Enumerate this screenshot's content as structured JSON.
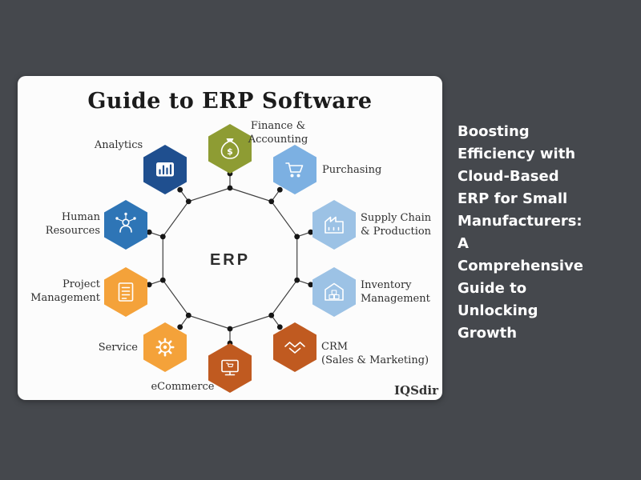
{
  "page": {
    "background": "#45484d"
  },
  "card": {
    "title": "Guide to ERP Software",
    "center_label": "ERP",
    "watermark": "IQSdir",
    "nodes": [
      {
        "label": "Finance &\nAccounting",
        "color": "#8e9c33",
        "icon": "money-bag-icon"
      },
      {
        "label": "Purchasing",
        "color": "#7cb0e2",
        "icon": "shopping-cart-icon"
      },
      {
        "label": "Supply Chain\n& Production",
        "color": "#9cc2e5",
        "icon": "factory-icon"
      },
      {
        "label": "Inventory\nManagement",
        "color": "#9cc2e5",
        "icon": "warehouse-icon"
      },
      {
        "label": "CRM\n(Sales & Marketing)",
        "color": "#c05a20",
        "icon": "handshake-icon"
      },
      {
        "label": "eCommerce",
        "color": "#c05a20",
        "icon": "monitor-cart-icon"
      },
      {
        "label": "Service",
        "color": "#f4a23a",
        "icon": "gear-icon"
      },
      {
        "label": "Project\nManagement",
        "color": "#f4a23a",
        "icon": "document-icon"
      },
      {
        "label": "Human\nResources",
        "color": "#2e75b6",
        "icon": "person-network-icon"
      },
      {
        "label": "Analytics",
        "color": "#1f4f8f",
        "icon": "bar-chart-icon"
      }
    ]
  },
  "headline": {
    "text": "Boosting Efficiency with Cloud-Based ERP for Small Manufacturers: A Comprehensive Guide to Unlocking Growth",
    "color": "#ffffff"
  }
}
